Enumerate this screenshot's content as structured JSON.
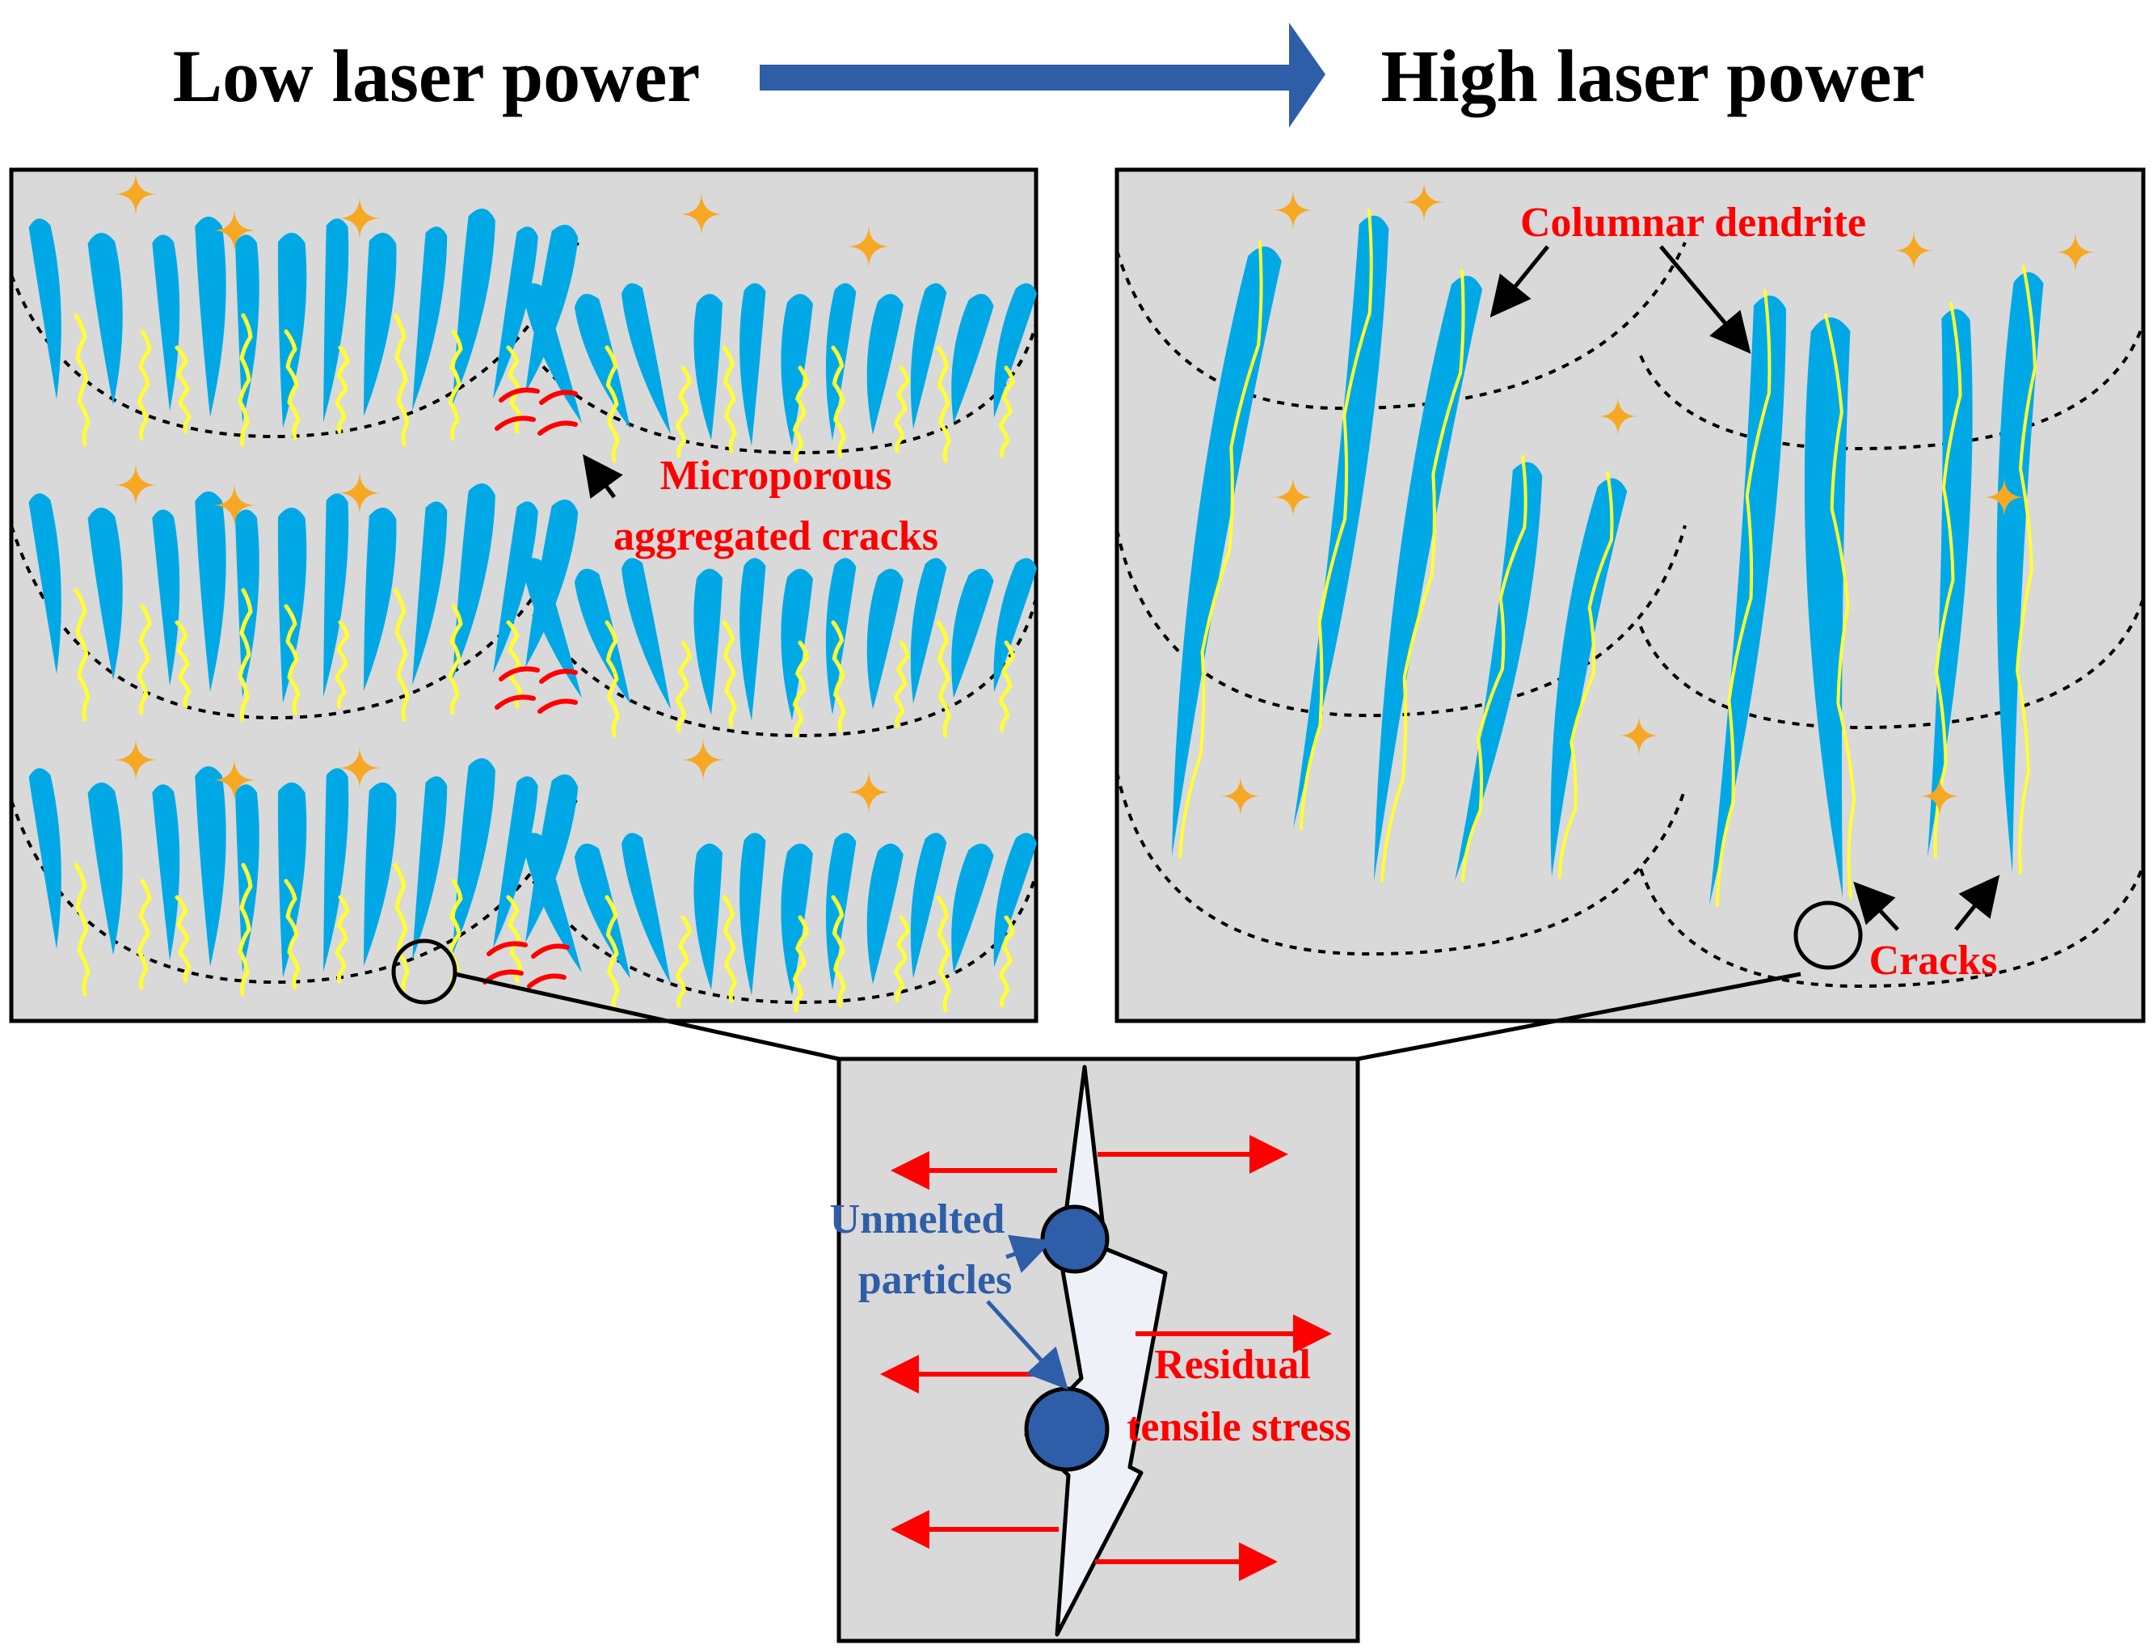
{
  "title_left": "Low laser power",
  "title_right": "High laser power",
  "labels": {
    "microporous_line1": "Microporous",
    "microporous_line2": "aggregated cracks",
    "columnar_dendrite": "Columnar dendrite",
    "cracks": "Cracks",
    "unmelted_line1": "Unmelted",
    "unmelted_line2": "particles",
    "residual_line1": "Residual",
    "residual_line2": "tensile stress"
  },
  "colors": {
    "panel_fill": "#d9d9d9",
    "dendrite": "#00a9e6",
    "crack": "#ffff33",
    "particle_mark": "#f7a823",
    "red": "#ff0000",
    "arrow_blue": "#2f5ea8",
    "particle": "#2f5ea8",
    "crack_fill": "#eef2f8"
  }
}
